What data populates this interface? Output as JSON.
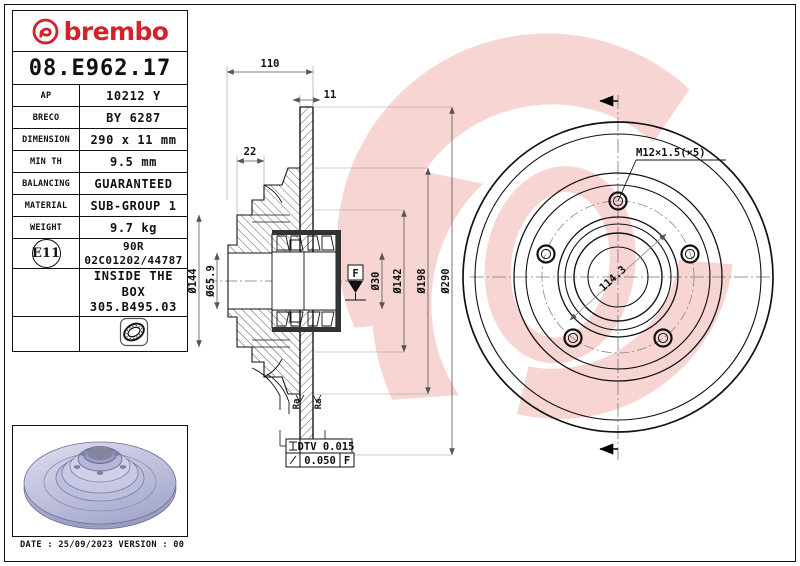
{
  "sheet": {
    "brand": "brembo",
    "part_code": "08.E962.17",
    "date_line": "DATE : 25/09/2023 VERSION : 00"
  },
  "spec_table": {
    "rows": [
      {
        "label": "AP",
        "value": "10212 Y"
      },
      {
        "label": "BRECO",
        "value": "BY 6287"
      },
      {
        "label": "DIMENSION",
        "value": "290 x 11 mm"
      },
      {
        "label": "MIN TH",
        "value": "9.5 mm"
      },
      {
        "label": "BALANCING",
        "value": "GUARANTEED"
      },
      {
        "label": "MATERIAL",
        "value": "SUB-GROUP 1"
      },
      {
        "label": "WEIGHT",
        "value": "9.7 kg"
      }
    ],
    "approval": {
      "mark": "E11",
      "line1": "90R",
      "line2": "02C01202/44787"
    },
    "inside_box": {
      "line1": "INSIDE THE BOX",
      "line2": "305.B495.03"
    },
    "icon": "bearing-icon"
  },
  "drawing": {
    "section_dims": {
      "overall_width": "110",
      "disc_thickness": "11",
      "hub_step": "22"
    },
    "diameters": {
      "hub_flange": "Ø144",
      "bore_face": "Ø65.9",
      "pilot": "Ø30",
      "inner_pad": "Ø142",
      "mid": "Ø198",
      "outer": "Ø290"
    },
    "datum": "F",
    "tolerances": [
      {
        "symbol": "parallelism",
        "text": "DTV 0.015"
      },
      {
        "symbol": "runout",
        "text": "0.050",
        "datum": "F"
      }
    ],
    "face_view": {
      "thread": "M12×1.5(×5)",
      "bolt_circle": "114.3",
      "bolt_count": 5
    }
  },
  "colors": {
    "brand_red": "#d0232b",
    "watermark_pink": "#f6d3d2",
    "line": "#111111",
    "hatch": "#1a1a1a",
    "photo_body": "#b9bada"
  }
}
